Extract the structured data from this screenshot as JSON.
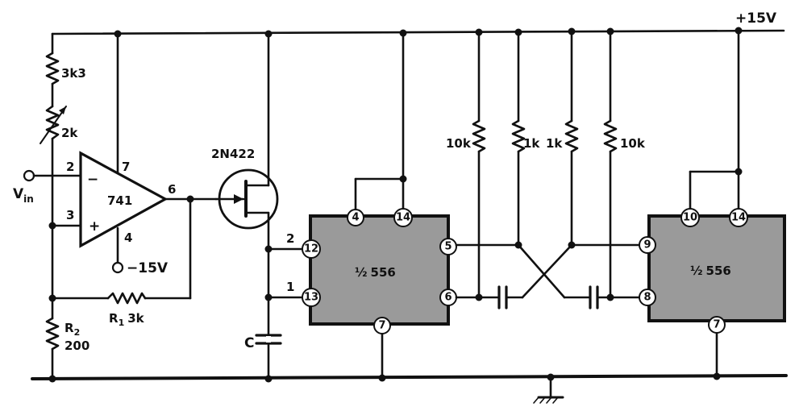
{
  "supply": {
    "pos_label": "+15V",
    "neg_label": "−15V"
  },
  "input": {
    "label": "V",
    "sub": "in"
  },
  "opamp": {
    "name": "741",
    "pin_inv": "2",
    "pin_noninv": "3",
    "pin_vpos": "7",
    "pin_vneg": "4",
    "pin_out": "6",
    "minus": "−",
    "plus": "+"
  },
  "resistors": {
    "r_top": "3k3",
    "r_trim": "2k",
    "r1_name": "R",
    "r1_sub": "1",
    "r1_value": "3k",
    "r2_name": "R",
    "r2_sub": "2",
    "r2_value": "200",
    "r_a": "10k",
    "r_b": "1k",
    "r_c": "1k",
    "r_d": "10k"
  },
  "fet": {
    "name": "2N422"
  },
  "capacitor": {
    "name": "C"
  },
  "timer_left": {
    "name_prefix": "½",
    "name": "556",
    "pins": {
      "p4": "4",
      "p14": "14",
      "p12": "12",
      "p13": "13",
      "p5": "5",
      "p6": "6",
      "p7": "7"
    },
    "ext_2": "2",
    "ext_1": "1"
  },
  "timer_right": {
    "name_prefix": "½",
    "name": "556",
    "pins": {
      "p10": "10",
      "p14": "14",
      "p9": "9",
      "p8": "8",
      "p7": "7"
    }
  }
}
